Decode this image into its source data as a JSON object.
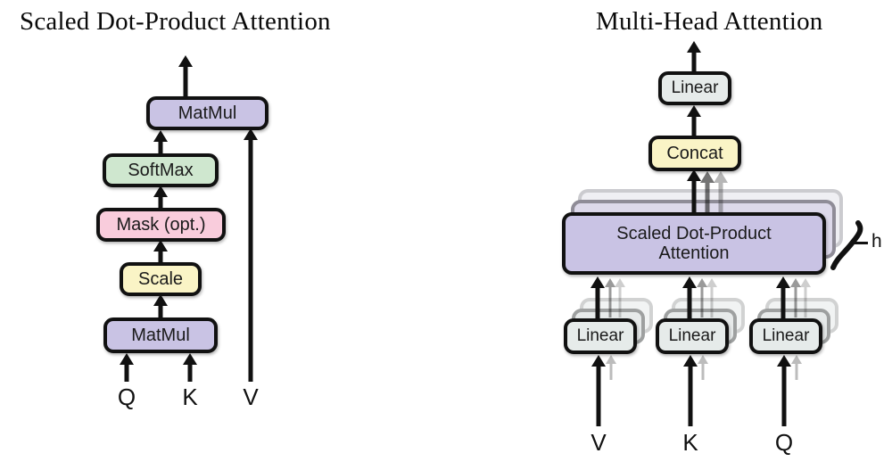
{
  "figure": {
    "kind": "diagram",
    "panels": [
      {
        "title": "Scaled Dot-Product Attention",
        "nodes": [
          {
            "label": "MatMul",
            "color": "#c9c3e4"
          },
          {
            "label": "SoftMax",
            "color": "#cfe7cf"
          },
          {
            "label": "Mask (opt.)",
            "color": "#f9ccdc"
          },
          {
            "label": "Scale",
            "color": "#faf4c6"
          },
          {
            "label": "MatMul",
            "color": "#c9c3e4"
          }
        ],
        "inputs": [
          "Q",
          "K",
          "V"
        ]
      },
      {
        "title": "Multi-Head Attention",
        "nodes": [
          {
            "label": "Linear",
            "color": "#e6ebea"
          },
          {
            "label": "Concat",
            "color": "#faf4c6"
          },
          {
            "label": "Scaled Dot-Product Attention",
            "line1": "Scaled Dot-Product",
            "line2": "Attention",
            "color": "#c9c3e4"
          },
          {
            "label": "Linear",
            "color": "#e6ebea"
          },
          {
            "label": "Linear",
            "color": "#e6ebea"
          },
          {
            "label": "Linear",
            "color": "#e6ebea"
          }
        ],
        "heads_label": "h",
        "inputs": [
          "V",
          "K",
          "Q"
        ]
      }
    ],
    "colors": {
      "purple": "#c9c3e4",
      "green": "#cfe7cf",
      "pink": "#f9ccdc",
      "yellow": "#faf4c6",
      "gray": "#e6ebea",
      "outline": "#111111",
      "background": "#ffffff"
    }
  }
}
